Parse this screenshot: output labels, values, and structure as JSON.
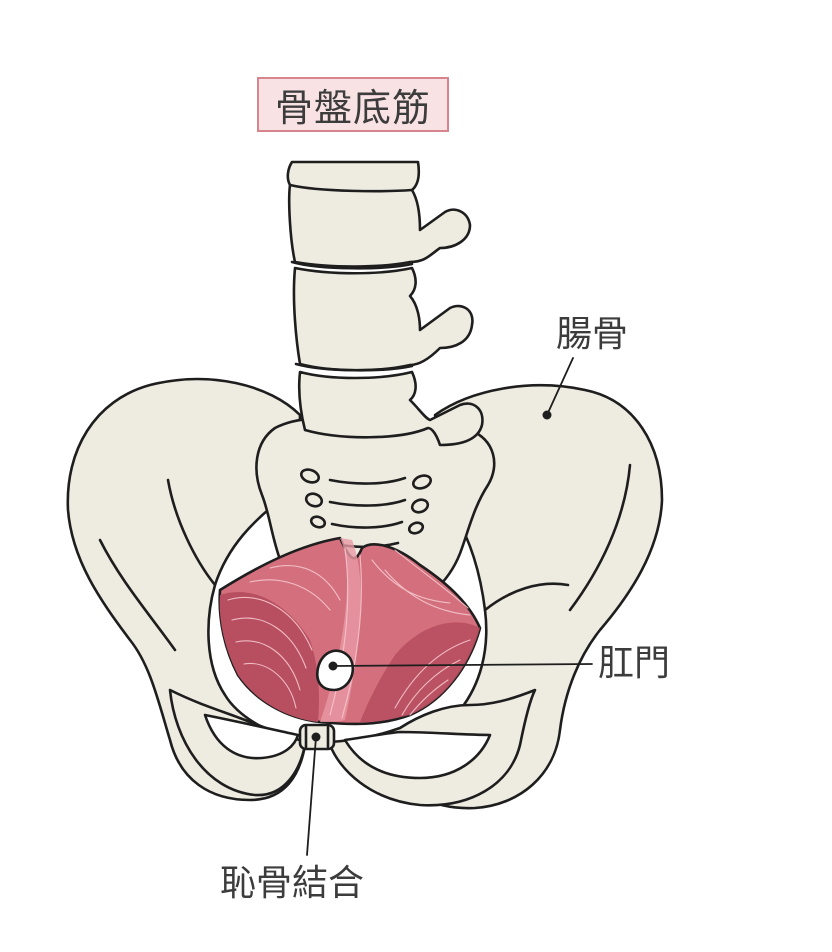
{
  "title": "骨盤底筋",
  "labels": {
    "ilium": "腸骨",
    "anus": "肛門",
    "pubic_symphysis": "恥骨結合"
  },
  "colors": {
    "bone_fill": "#eeebe0",
    "outline": "#1e1e1e",
    "muscle_main": "#d4707e",
    "muscle_dark": "#b84f60",
    "muscle_light": "#e99aa5",
    "title_bg": "#f8e2e4",
    "title_border": "#d8848c"
  }
}
